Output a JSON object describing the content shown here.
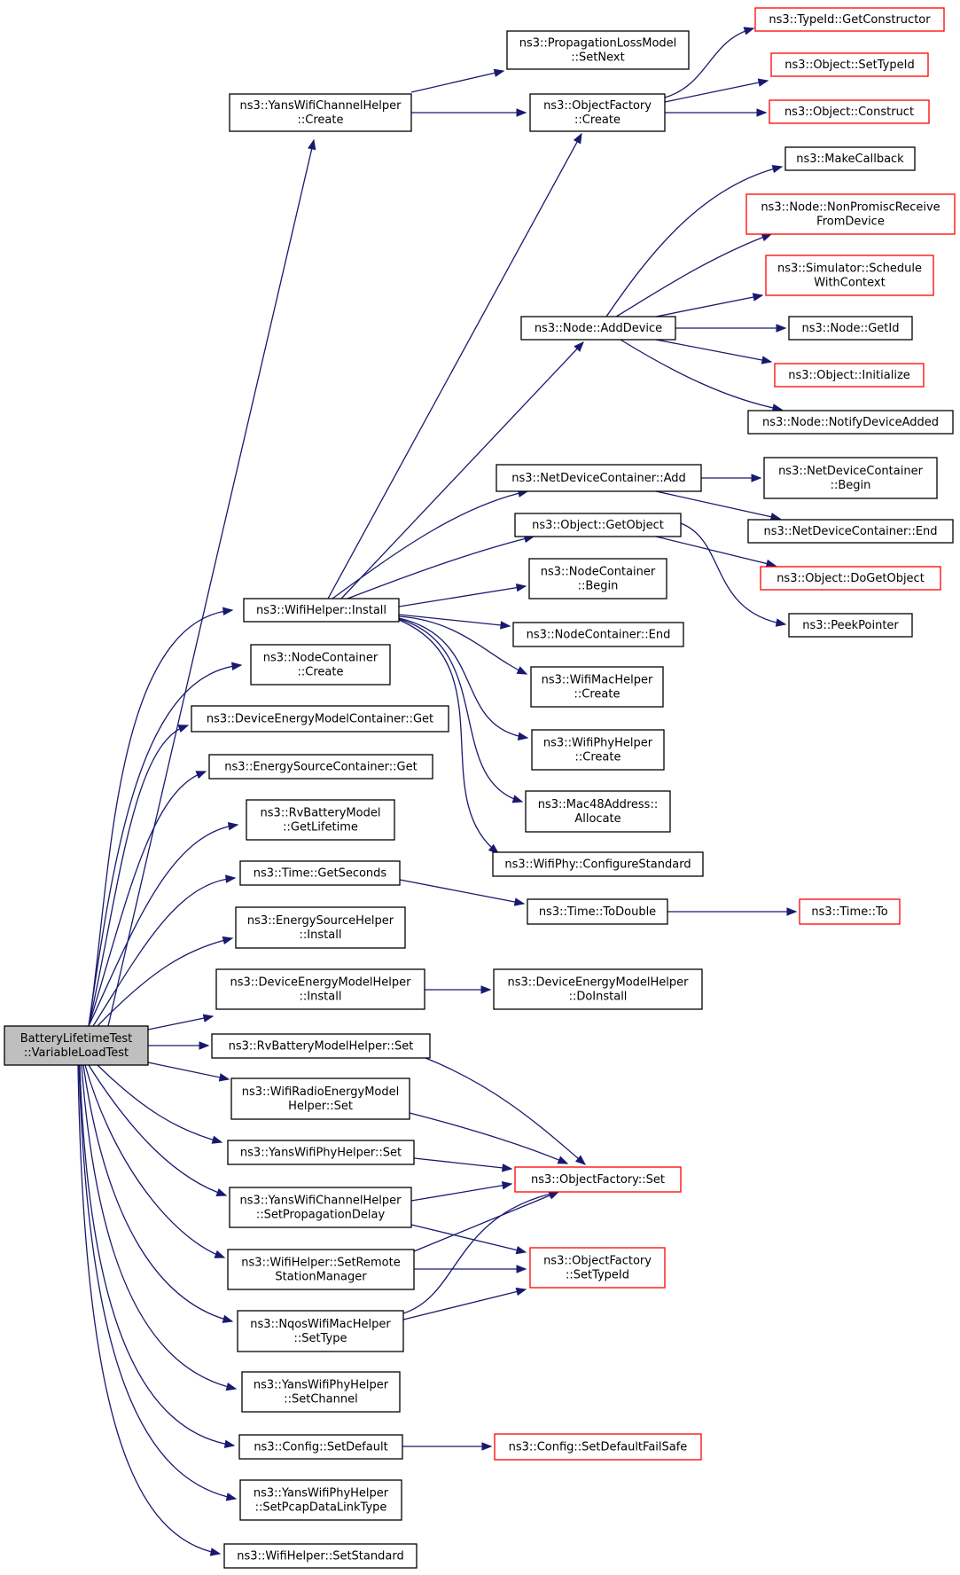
{
  "diagram": {
    "type": "call-graph",
    "edge_color": "#191970",
    "root_fill": "#bfbfbf",
    "highlight_border": "#ff0000",
    "nodes": [
      {
        "id": "root",
        "lines": [
          "BatteryLifetimeTest",
          "::VariableLoadTest"
        ],
        "style": "root"
      },
      {
        "id": "yansChanCreate",
        "lines": [
          "ns3::YansWifiChannelHelper",
          "::Create"
        ],
        "style": "normal"
      },
      {
        "id": "propLossSetNext",
        "lines": [
          "ns3::PropagationLossModel",
          "::SetNext"
        ],
        "style": "normal"
      },
      {
        "id": "objFactCreate",
        "lines": [
          "ns3::ObjectFactory",
          "::Create"
        ],
        "style": "normal"
      },
      {
        "id": "typeIdGetCtor",
        "lines": [
          "ns3::TypeId::GetConstructor"
        ],
        "style": "red"
      },
      {
        "id": "objSetTypeId",
        "lines": [
          "ns3::Object::SetTypeId"
        ],
        "style": "red"
      },
      {
        "id": "objConstruct",
        "lines": [
          "ns3::Object::Construct"
        ],
        "style": "red"
      },
      {
        "id": "makeCallback",
        "lines": [
          "ns3::MakeCallback"
        ],
        "style": "normal"
      },
      {
        "id": "nodeNonPromisc",
        "lines": [
          "ns3::Node::NonPromiscReceive",
          "FromDevice"
        ],
        "style": "red"
      },
      {
        "id": "simSchedule",
        "lines": [
          "ns3::Simulator::Schedule",
          "WithContext"
        ],
        "style": "red"
      },
      {
        "id": "nodeAddDevice",
        "lines": [
          "ns3::Node::AddDevice"
        ],
        "style": "normal"
      },
      {
        "id": "nodeGetId",
        "lines": [
          "ns3::Node::GetId"
        ],
        "style": "normal"
      },
      {
        "id": "objInitialize",
        "lines": [
          "ns3::Object::Initialize"
        ],
        "style": "red"
      },
      {
        "id": "nodeNotify",
        "lines": [
          "ns3::Node::NotifyDeviceAdded"
        ],
        "style": "normal"
      },
      {
        "id": "ndcAdd",
        "lines": [
          "ns3::NetDeviceContainer::Add"
        ],
        "style": "normal"
      },
      {
        "id": "ndcBegin",
        "lines": [
          "ns3::NetDeviceContainer",
          "::Begin"
        ],
        "style": "normal"
      },
      {
        "id": "ndcEnd",
        "lines": [
          "ns3::NetDeviceContainer::End"
        ],
        "style": "normal"
      },
      {
        "id": "objGetObject",
        "lines": [
          "ns3::Object::GetObject"
        ],
        "style": "normal"
      },
      {
        "id": "objDoGetObject",
        "lines": [
          "ns3::Object::DoGetObject"
        ],
        "style": "red"
      },
      {
        "id": "peekPointer",
        "lines": [
          "ns3::PeekPointer"
        ],
        "style": "normal"
      },
      {
        "id": "wifiInstall",
        "lines": [
          "ns3::WifiHelper::Install"
        ],
        "style": "normal"
      },
      {
        "id": "ncBegin",
        "lines": [
          "ns3::NodeContainer",
          "::Begin"
        ],
        "style": "normal"
      },
      {
        "id": "ncEnd",
        "lines": [
          "ns3::NodeContainer::End"
        ],
        "style": "normal"
      },
      {
        "id": "ncCreate",
        "lines": [
          "ns3::NodeContainer",
          "::Create"
        ],
        "style": "normal"
      },
      {
        "id": "wifiMacCreate",
        "lines": [
          "ns3::WifiMacHelper",
          "::Create"
        ],
        "style": "normal"
      },
      {
        "id": "demcGet",
        "lines": [
          "ns3::DeviceEnergyModelContainer::Get"
        ],
        "style": "normal"
      },
      {
        "id": "wifiPhyCreate",
        "lines": [
          "ns3::WifiPhyHelper",
          "::Create"
        ],
        "style": "normal"
      },
      {
        "id": "escGet",
        "lines": [
          "ns3::EnergySourceContainer::Get"
        ],
        "style": "normal"
      },
      {
        "id": "macAllocate",
        "lines": [
          "ns3::Mac48Address::",
          "Allocate"
        ],
        "style": "normal"
      },
      {
        "id": "rvGetLifetime",
        "lines": [
          "ns3::RvBatteryModel",
          "::GetLifetime"
        ],
        "style": "normal"
      },
      {
        "id": "wifiPhyConfig",
        "lines": [
          "ns3::WifiPhy::ConfigureStandard"
        ],
        "style": "normal"
      },
      {
        "id": "timeGetSeconds",
        "lines": [
          "ns3::Time::GetSeconds"
        ],
        "style": "normal"
      },
      {
        "id": "timeToDouble",
        "lines": [
          "ns3::Time::ToDouble"
        ],
        "style": "normal"
      },
      {
        "id": "timeTo",
        "lines": [
          "ns3::Time::To"
        ],
        "style": "red"
      },
      {
        "id": "eshInstall",
        "lines": [
          "ns3::EnergySourceHelper",
          "::Install"
        ],
        "style": "normal"
      },
      {
        "id": "demhInstall",
        "lines": [
          "ns3::DeviceEnergyModelHelper",
          "::Install"
        ],
        "style": "normal"
      },
      {
        "id": "demhDoInstall",
        "lines": [
          "ns3::DeviceEnergyModelHelper",
          "::DoInstall"
        ],
        "style": "normal"
      },
      {
        "id": "rvbmhSet",
        "lines": [
          "ns3::RvBatteryModelHelper::Set"
        ],
        "style": "normal"
      },
      {
        "id": "wremhSet",
        "lines": [
          "ns3::WifiRadioEnergyModel",
          "Helper::Set"
        ],
        "style": "normal"
      },
      {
        "id": "ywphSet",
        "lines": [
          "ns3::YansWifiPhyHelper::Set"
        ],
        "style": "normal"
      },
      {
        "id": "objFactSet",
        "lines": [
          "ns3::ObjectFactory::Set"
        ],
        "style": "red"
      },
      {
        "id": "ywchSetProp",
        "lines": [
          "ns3::YansWifiChannelHelper",
          "::SetPropagationDelay"
        ],
        "style": "normal"
      },
      {
        "id": "objFactSetTypeId",
        "lines": [
          "ns3::ObjectFactory",
          "::SetTypeId"
        ],
        "style": "red"
      },
      {
        "id": "whSetRemote",
        "lines": [
          "ns3::WifiHelper::SetRemote",
          "StationManager"
        ],
        "style": "normal"
      },
      {
        "id": "nqosSetType",
        "lines": [
          "ns3::NqosWifiMacHelper",
          "::SetType"
        ],
        "style": "normal"
      },
      {
        "id": "ywphSetChannel",
        "lines": [
          "ns3::YansWifiPhyHelper",
          "::SetChannel"
        ],
        "style": "normal"
      },
      {
        "id": "cfgSetDefault",
        "lines": [
          "ns3::Config::SetDefault"
        ],
        "style": "normal"
      },
      {
        "id": "cfgSetDefaultFS",
        "lines": [
          "ns3::Config::SetDefaultFailSafe"
        ],
        "style": "red"
      },
      {
        "id": "ywphSetPcap",
        "lines": [
          "ns3::YansWifiPhyHelper",
          "::SetPcapDataLinkType"
        ],
        "style": "normal"
      },
      {
        "id": "whSetStandard",
        "lines": [
          "ns3::WifiHelper::SetStandard"
        ],
        "style": "normal"
      }
    ],
    "edges": [
      {
        "from": "root",
        "to": "yansChanCreate"
      },
      {
        "from": "root",
        "to": "wifiInstall"
      },
      {
        "from": "root",
        "to": "ncCreate"
      },
      {
        "from": "root",
        "to": "demcGet"
      },
      {
        "from": "root",
        "to": "escGet"
      },
      {
        "from": "root",
        "to": "rvGetLifetime"
      },
      {
        "from": "root",
        "to": "timeGetSeconds"
      },
      {
        "from": "root",
        "to": "eshInstall"
      },
      {
        "from": "root",
        "to": "demhInstall"
      },
      {
        "from": "root",
        "to": "rvbmhSet"
      },
      {
        "from": "root",
        "to": "wremhSet"
      },
      {
        "from": "root",
        "to": "ywphSet"
      },
      {
        "from": "root",
        "to": "ywchSetProp"
      },
      {
        "from": "root",
        "to": "whSetRemote"
      },
      {
        "from": "root",
        "to": "nqosSetType"
      },
      {
        "from": "root",
        "to": "ywphSetChannel"
      },
      {
        "from": "root",
        "to": "cfgSetDefault"
      },
      {
        "from": "root",
        "to": "ywphSetPcap"
      },
      {
        "from": "root",
        "to": "whSetStandard"
      },
      {
        "from": "yansChanCreate",
        "to": "propLossSetNext"
      },
      {
        "from": "yansChanCreate",
        "to": "objFactCreate"
      },
      {
        "from": "objFactCreate",
        "to": "typeIdGetCtor"
      },
      {
        "from": "objFactCreate",
        "to": "objSetTypeId"
      },
      {
        "from": "objFactCreate",
        "to": "objConstruct"
      },
      {
        "from": "nodeAddDevice",
        "to": "makeCallback"
      },
      {
        "from": "nodeAddDevice",
        "to": "nodeNonPromisc"
      },
      {
        "from": "nodeAddDevice",
        "to": "simSchedule"
      },
      {
        "from": "nodeAddDevice",
        "to": "nodeGetId"
      },
      {
        "from": "nodeAddDevice",
        "to": "objInitialize"
      },
      {
        "from": "nodeAddDevice",
        "to": "nodeNotify"
      },
      {
        "from": "ndcAdd",
        "to": "ndcBegin"
      },
      {
        "from": "ndcAdd",
        "to": "ndcEnd"
      },
      {
        "from": "objGetObject",
        "to": "objDoGetObject"
      },
      {
        "from": "objGetObject",
        "to": "peekPointer"
      },
      {
        "from": "wifiInstall",
        "to": "objFactCreate"
      },
      {
        "from": "wifiInstall",
        "to": "nodeAddDevice"
      },
      {
        "from": "wifiInstall",
        "to": "ndcAdd"
      },
      {
        "from": "wifiInstall",
        "to": "objGetObject"
      },
      {
        "from": "wifiInstall",
        "to": "ncBegin"
      },
      {
        "from": "wifiInstall",
        "to": "ncEnd"
      },
      {
        "from": "wifiInstall",
        "to": "wifiMacCreate"
      },
      {
        "from": "wifiInstall",
        "to": "wifiPhyCreate"
      },
      {
        "from": "wifiInstall",
        "to": "macAllocate"
      },
      {
        "from": "wifiInstall",
        "to": "wifiPhyConfig"
      },
      {
        "from": "timeGetSeconds",
        "to": "timeToDouble"
      },
      {
        "from": "timeToDouble",
        "to": "timeTo"
      },
      {
        "from": "demhInstall",
        "to": "demhDoInstall"
      },
      {
        "from": "rvbmhSet",
        "to": "objFactSet"
      },
      {
        "from": "wremhSet",
        "to": "objFactSet"
      },
      {
        "from": "ywphSet",
        "to": "objFactSet"
      },
      {
        "from": "ywchSetProp",
        "to": "objFactSet"
      },
      {
        "from": "ywchSetProp",
        "to": "objFactSetTypeId"
      },
      {
        "from": "whSetRemote",
        "to": "objFactSet"
      },
      {
        "from": "whSetRemote",
        "to": "objFactSetTypeId"
      },
      {
        "from": "nqosSetType",
        "to": "objFactSet"
      },
      {
        "from": "nqosSetType",
        "to": "objFactSetTypeId"
      },
      {
        "from": "cfgSetDefault",
        "to": "cfgSetDefaultFS"
      }
    ]
  }
}
